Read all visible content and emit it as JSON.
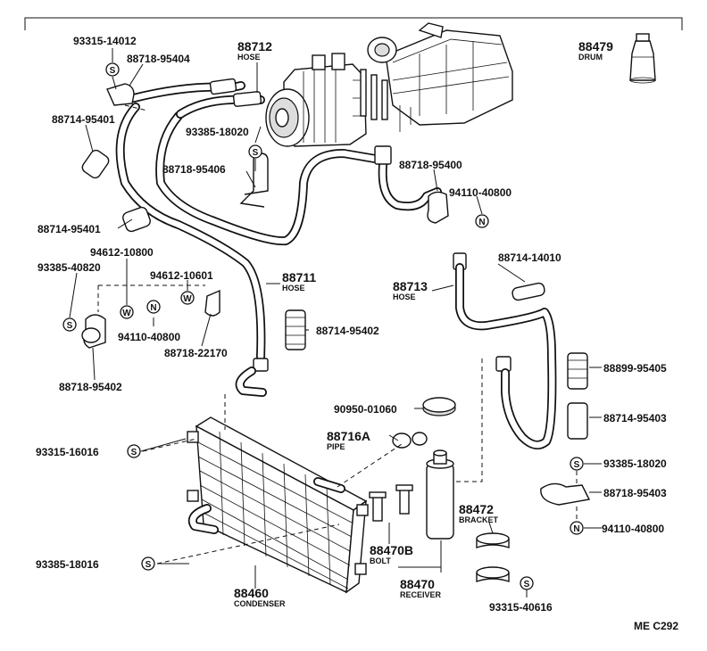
{
  "diagram_code": "ME C292",
  "labels": {
    "p93315_14012": "93315-14012",
    "p88718_95404": "88718-95404",
    "p88712": "88712",
    "p88712_sub": "HOSE",
    "p88479": "88479",
    "p88479_sub": "DRUM",
    "p88714_95401_a": "88714-95401",
    "p93385_18020_a": "93385-18020",
    "p88718_95406": "88718-95406",
    "p88718_95400": "88718-95400",
    "p94110_40800_a": "94110-40800",
    "p88714_95401_b": "88714-95401",
    "p94612_10800": "94612-10800",
    "p93385_40820": "93385-40820",
    "p94612_10601": "94612-10601",
    "p88711": "88711",
    "p88711_sub": "HOSE",
    "p88714_14010": "88714-14010",
    "p88713": "88713",
    "p88713_sub": "HOSE",
    "p94110_40800_b": "94110-40800",
    "p88714_95402": "88714-95402",
    "p88718_22170": "88718-22170",
    "p88718_95402": "88718-95402",
    "p88899_95405": "88899-95405",
    "p90950_01060": "90950-01060",
    "p88714_95403": "88714-95403",
    "p88716A": "88716A",
    "p88716A_sub": "PIPE",
    "p93315_16016": "93315-16016",
    "p93385_18020_b": "93385-18020",
    "p88718_95403": "88718-95403",
    "p88472": "88472",
    "p88472_sub": "BRACKET",
    "p94110_40800_c": "94110-40800",
    "p88470B": "88470B",
    "p88470B_sub": "BOLT",
    "p93385_18016": "93385-18016",
    "p88460": "88460",
    "p88460_sub": "CONDENSER",
    "p88470": "88470",
    "p88470_sub": "RECEIVER",
    "p93315_40616": "93315-40616"
  },
  "symbols": {
    "S": "S",
    "N": "N",
    "W": "W"
  }
}
